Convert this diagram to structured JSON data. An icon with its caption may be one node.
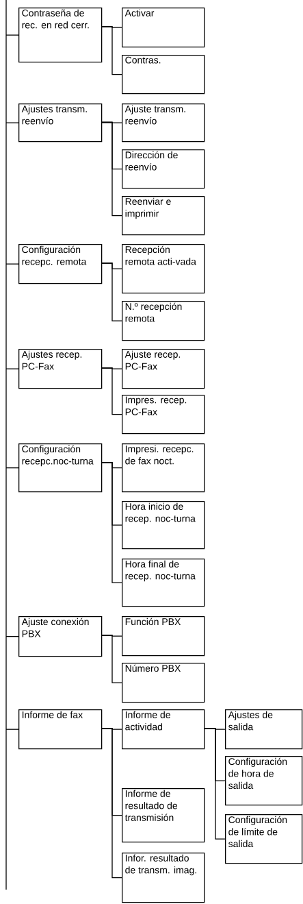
{
  "diagram": {
    "nodes": [
      {
        "text": [
          "Contraseña de rec. en red cerr."
        ]
      },
      {
        "text": [
          "Activar"
        ]
      },
      {
        "text": [
          "Contras."
        ]
      },
      {
        "text": [
          "Ajustes transm. reenvío"
        ]
      },
      {
        "text": [
          "Ajuste transm. reenvío"
        ]
      },
      {
        "text": [
          "Dirección de reenvío"
        ]
      },
      {
        "text": [
          "Reenviar e imprimir"
        ]
      },
      {
        "text": [
          "Configuración recepc. remota"
        ]
      },
      {
        "text": [
          "Recepción remota acti-vada"
        ]
      },
      {
        "text": [
          "N.º recepción remota"
        ]
      },
      {
        "text": [
          "Ajustes recep. PC-Fax"
        ]
      },
      {
        "text": [
          "Ajuste recep. PC-Fax"
        ]
      },
      {
        "text": [
          "Impres. recep. PC-Fax"
        ]
      },
      {
        "text": [
          "Configuración recepc.noc-turna"
        ]
      },
      {
        "text": [
          "Impresi. recepc. de fax noct."
        ]
      },
      {
        "text": [
          "Hora inicio de recep. noc-turna"
        ]
      },
      {
        "text": [
          "Hora final de recep. noc-turna"
        ]
      },
      {
        "text": [
          "Ajuste conexión PBX"
        ]
      },
      {
        "text": [
          "Función PBX"
        ]
      },
      {
        "text": [
          "Número PBX"
        ]
      },
      {
        "text": [
          "Informe de fax"
        ]
      },
      {
        "text": [
          "Informe de actividad"
        ]
      },
      {
        "text": [
          "Ajustes de salida"
        ]
      },
      {
        "text": [
          "Configuración de hora de salida"
        ]
      },
      {
        "text": [
          "Configuración de límite de salida"
        ]
      },
      {
        "text": [
          "Informe de resultado de transmisión"
        ]
      },
      {
        "text": [
          "Infor. resultado de transm. imag."
        ]
      }
    ],
    "edges": [
      {
        "from": null,
        "to": 0,
        "arrow": "none"
      },
      {
        "from": null,
        "to": 3,
        "arrow": "none"
      },
      {
        "from": null,
        "to": 7,
        "arrow": "none"
      },
      {
        "from": null,
        "to": 10,
        "arrow": "none"
      },
      {
        "from": null,
        "to": 13,
        "arrow": "none"
      },
      {
        "from": null,
        "to": 17,
        "arrow": "none"
      },
      {
        "from": null,
        "to": 20,
        "arrow": "none"
      },
      {
        "from": 0,
        "to": 1,
        "arrow": "none"
      },
      {
        "from": 0,
        "to": 2,
        "arrow": "none"
      },
      {
        "from": 3,
        "to": 4,
        "arrow": "none"
      },
      {
        "from": 3,
        "to": 5,
        "arrow": "none"
      },
      {
        "from": 3,
        "to": 6,
        "arrow": "none"
      },
      {
        "from": 7,
        "to": 8,
        "arrow": "none"
      },
      {
        "from": 7,
        "to": 9,
        "arrow": "none"
      },
      {
        "from": 10,
        "to": 11,
        "arrow": "none"
      },
      {
        "from": 10,
        "to": 12,
        "arrow": "none"
      },
      {
        "from": 13,
        "to": 14,
        "arrow": "none"
      },
      {
        "from": 13,
        "to": 15,
        "arrow": "none"
      },
      {
        "from": 13,
        "to": 16,
        "arrow": "none"
      },
      {
        "from": 17,
        "to": 18,
        "arrow": "none"
      },
      {
        "from": 17,
        "to": 19,
        "arrow": "none"
      },
      {
        "from": 20,
        "to": 21,
        "arrow": "none"
      },
      {
        "from": 20,
        "to": 25,
        "arrow": "none"
      },
      {
        "from": 20,
        "to": 26,
        "arrow": "none"
      },
      {
        "from": 21,
        "to": 22,
        "arrow": "none"
      },
      {
        "from": 21,
        "to": 23,
        "arrow": "none"
      },
      {
        "from": 21,
        "to": 24,
        "arrow": "none"
      }
    ]
  }
}
